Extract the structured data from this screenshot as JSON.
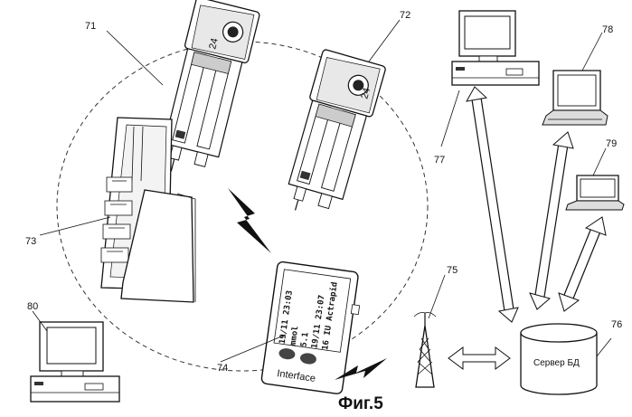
{
  "caption": "Фиг.5",
  "labels": {
    "l71": "71",
    "l72": "72",
    "l73": "73",
    "l74": "74",
    "l75": "75",
    "l76": "76",
    "l77": "77",
    "l78": "78",
    "l79": "79",
    "l80": "80"
  },
  "pen_dial": "24",
  "server_label": "Сервер БД",
  "device_screen": {
    "line1": "19/11 23:03",
    "line2": "mmol",
    "line3": "5.1",
    "line4": "19/11 23:07",
    "line5": "16 IU Actrapid"
  },
  "device_button": "Interface"
}
